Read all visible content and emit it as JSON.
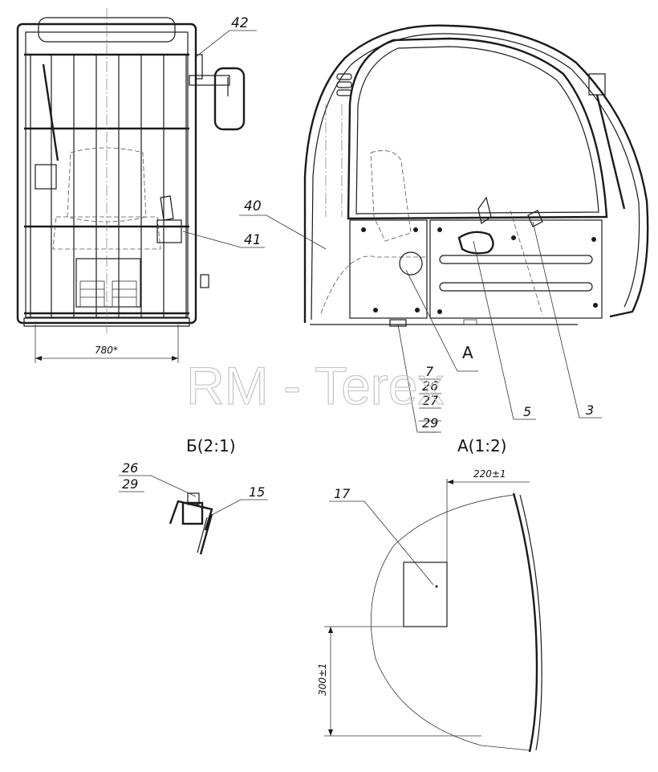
{
  "watermark": "RM - Terex",
  "callouts": {
    "c42": "42",
    "c41": "41",
    "c40": "40",
    "c7": "7",
    "c26": "26",
    "c27": "27",
    "c29": "29",
    "c5": "5",
    "c3": "3",
    "c26b": "26",
    "c29b": "29",
    "c15": "15",
    "c17": "17"
  },
  "views": {
    "section_a_letter": "А",
    "detail_b_title": "Б(2:1)",
    "detail_a_title": "А(1:2)"
  },
  "dimensions": {
    "width_780": "780*",
    "dim_220": "220±1",
    "dim_300": "300±1"
  }
}
